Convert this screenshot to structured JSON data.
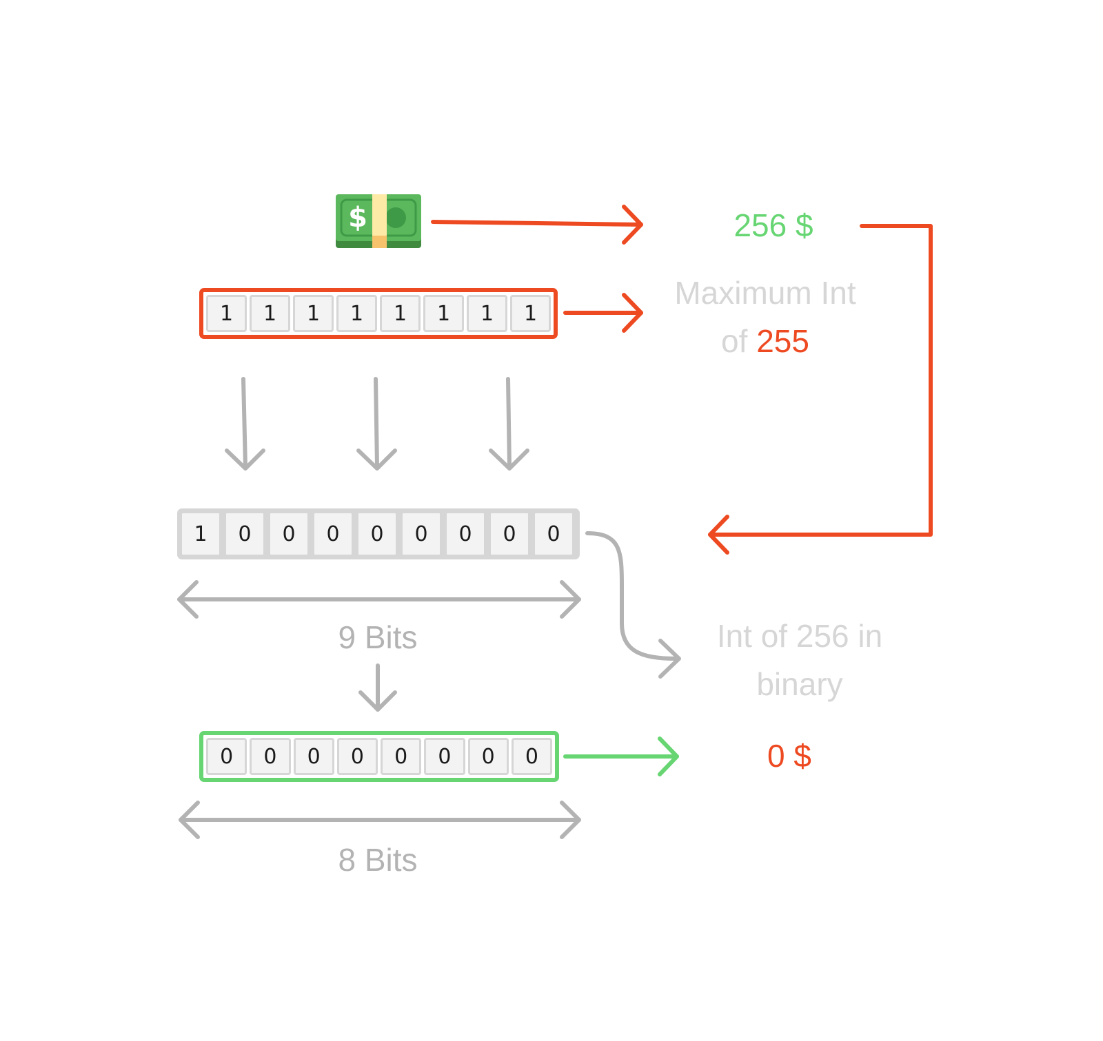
{
  "money_icon": "dollar-banknote-icon",
  "dollars_256": "256 $",
  "max_int": {
    "line1": "Maximum Int",
    "line2_prefix": "of",
    "line2_value": "255"
  },
  "int_256": {
    "line1": "Int of 256 in",
    "line2": "binary"
  },
  "nine_bits_label": "9 Bits",
  "eight_bits_label": "8 Bits",
  "dollars_0": "0 $",
  "bits_max": [
    "1",
    "1",
    "1",
    "1",
    "1",
    "1",
    "1",
    "1"
  ],
  "bits_nine": [
    "1",
    "0",
    "0",
    "0",
    "0",
    "0",
    "0",
    "0",
    "0"
  ],
  "bits_zero": [
    "0",
    "0",
    "0",
    "0",
    "0",
    "0",
    "0",
    "0"
  ],
  "colors": {
    "red": "#ee4a22",
    "green": "#66d572",
    "gray": "#b3b3b3",
    "light_gray": "#d6d6d6"
  }
}
